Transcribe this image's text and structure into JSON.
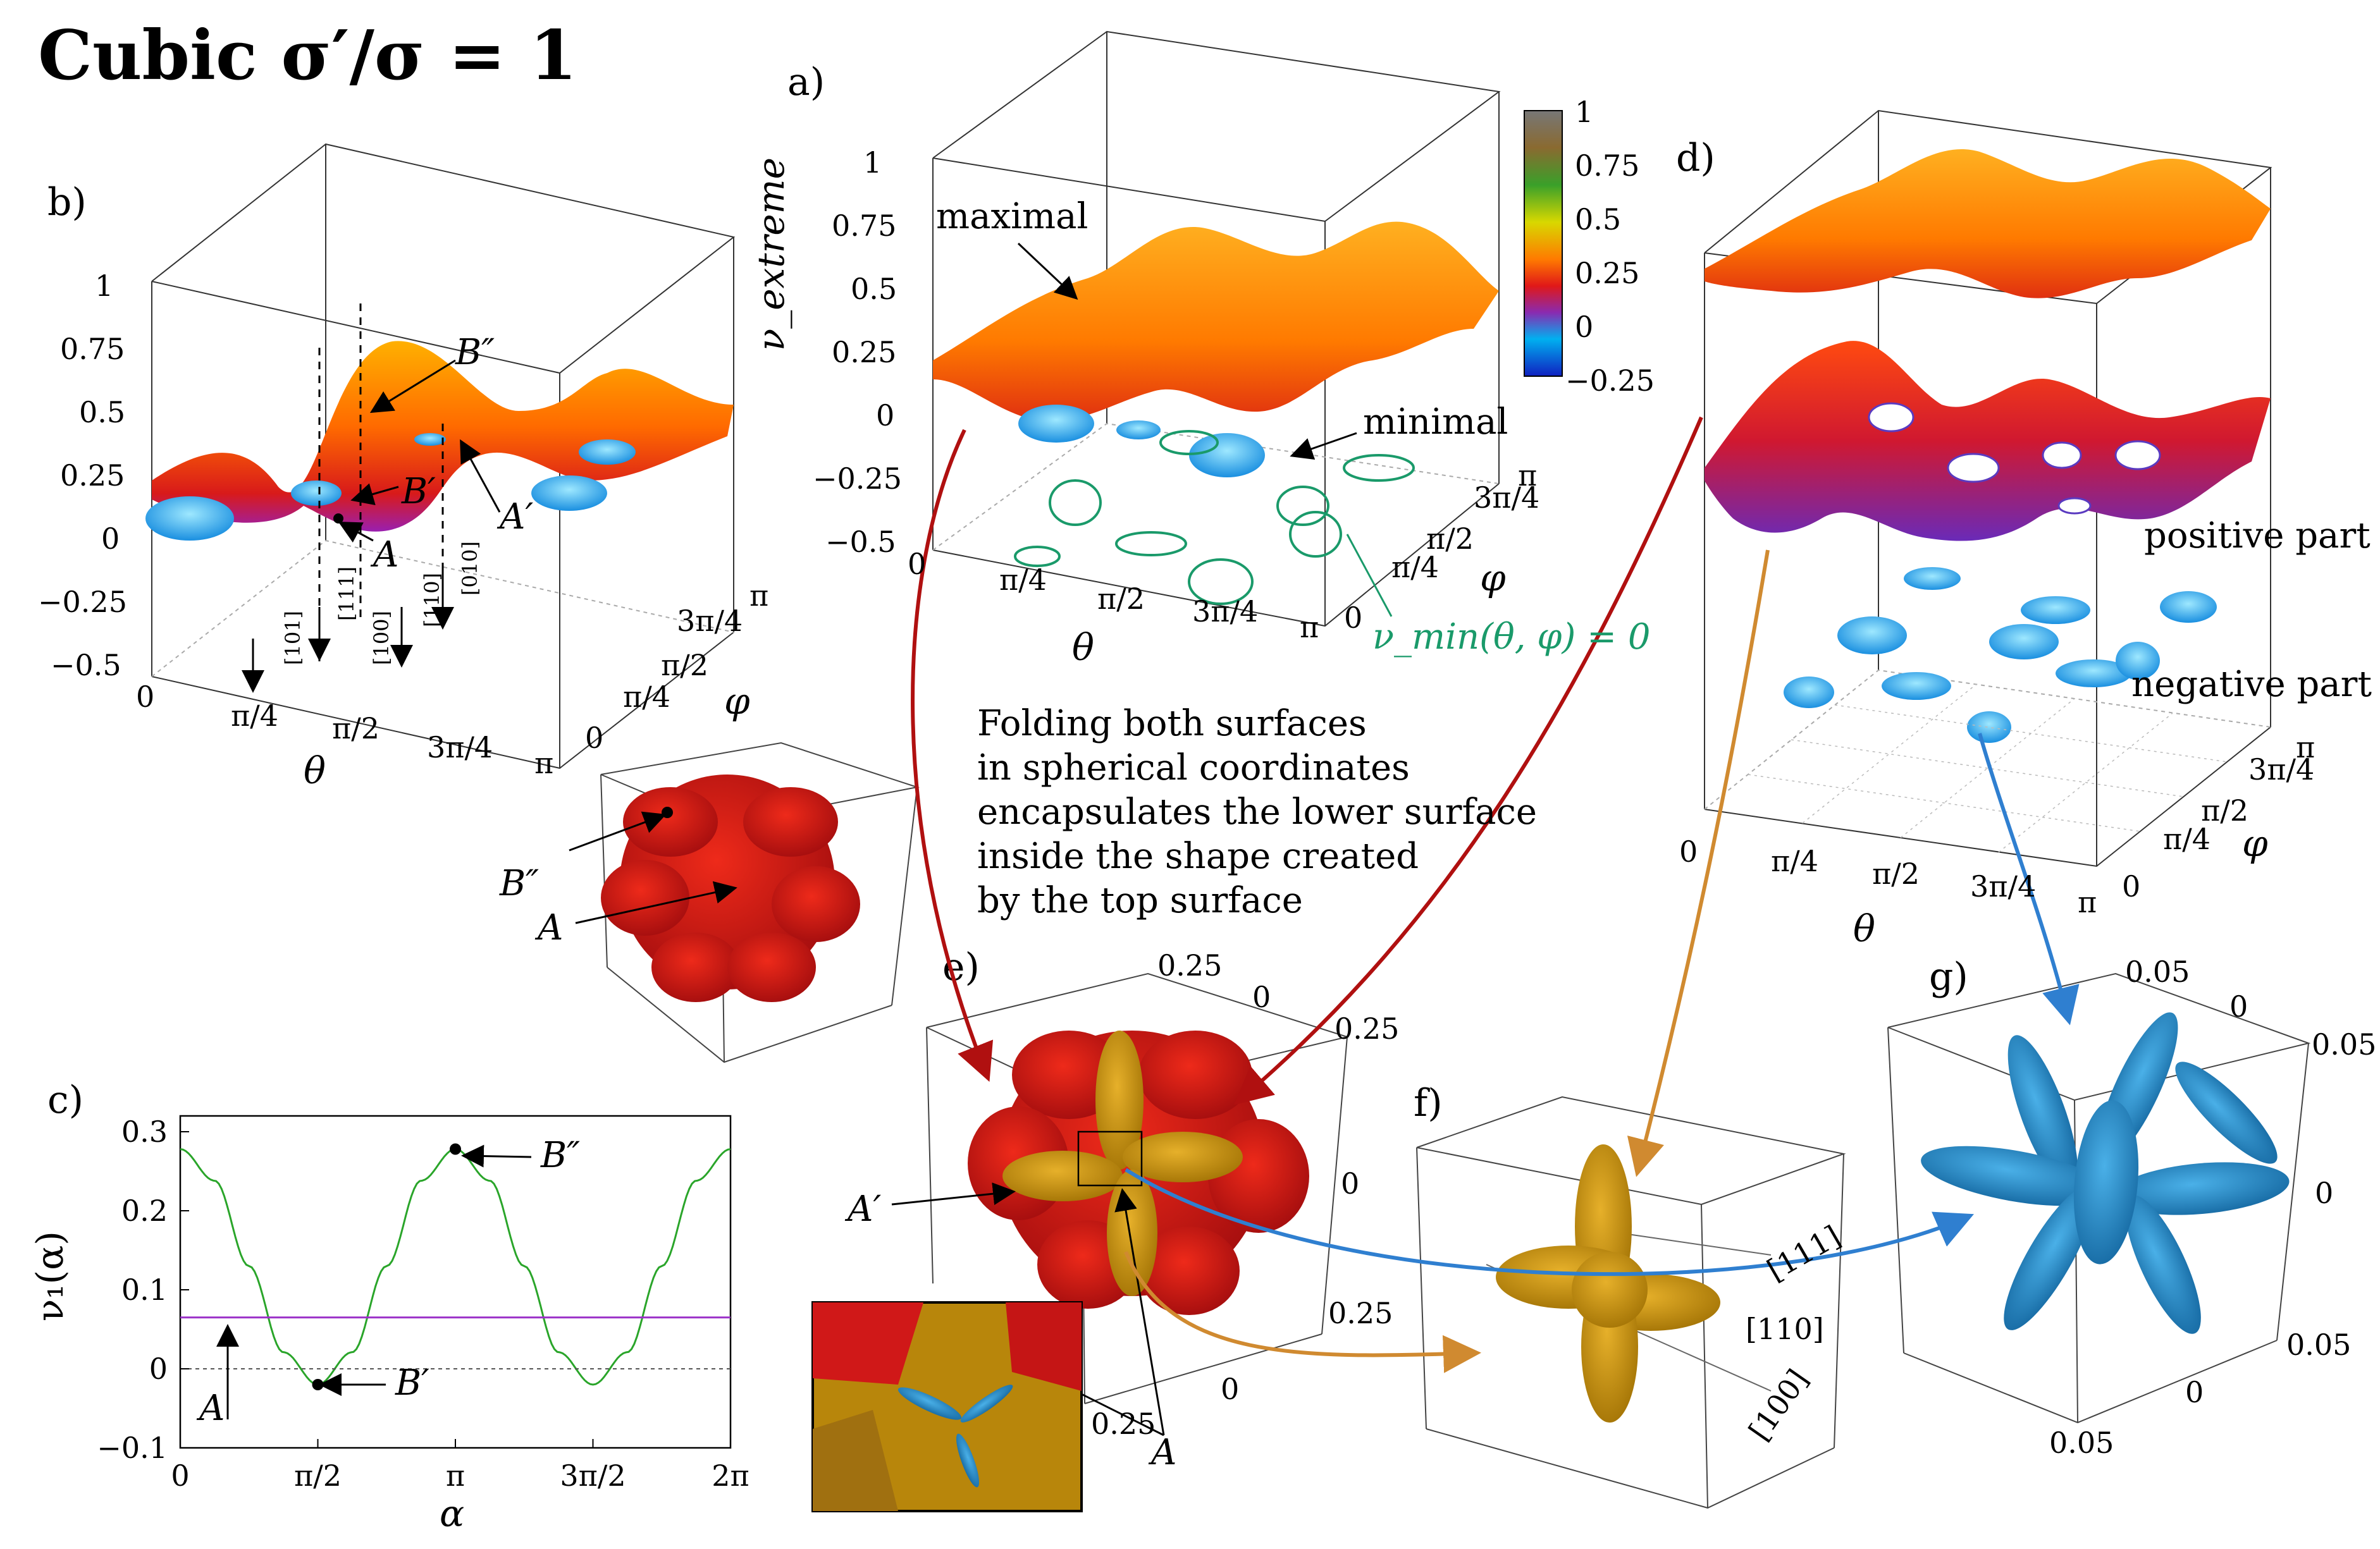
{
  "title": "Cubic σ′/σ = 1",
  "panels": {
    "a": {
      "label": "a)",
      "zlabel": "ν_extreme",
      "ztick_labels": [
        "1",
        "0.75",
        "0.5",
        "0.25",
        "0",
        "−0.25",
        "−0.5"
      ],
      "theta_tick_labels": [
        "0",
        "π/4",
        "π/2",
        "3π/4",
        "π"
      ],
      "phi_tick_labels": [
        "0",
        "π/4",
        "π/2",
        "3π/4",
        "π"
      ],
      "xlabel": "θ",
      "ylabel": "φ",
      "callouts": [
        "maximal",
        "minimal"
      ],
      "contour_label": "ν_min(θ, φ) = 0",
      "colorbar": {
        "ticks": [
          "1",
          "0.75",
          "0.5",
          "0.25",
          "0",
          "−0.25"
        ]
      }
    },
    "b": {
      "label": "b)",
      "ztick_labels": [
        "1",
        "0.75",
        "0.5",
        "0.25",
        "0",
        "−0.25",
        "−0.5"
      ],
      "theta_tick_labels": [
        "0",
        "π/4",
        "π/2",
        "3π/4",
        "π"
      ],
      "phi_tick_labels": [
        "0",
        "π/4",
        "π/2",
        "3π/4",
        "π"
      ],
      "xlabel": "θ",
      "ylabel": "φ",
      "points": [
        "B″",
        "B′",
        "A",
        "A′"
      ],
      "directions": [
        "[101]",
        "[111]",
        "[100]",
        "[110]",
        "[010]"
      ],
      "inset_points": [
        "B″",
        "A"
      ]
    },
    "c": {
      "label": "c)",
      "ylabel": "ν₁(α)",
      "xlabel": "α",
      "points": [
        "B″",
        "B′",
        "A"
      ]
    },
    "d": {
      "label": "d)",
      "theta_tick_labels": [
        "0",
        "π/4",
        "π/2",
        "3π/4",
        "π"
      ],
      "phi_tick_labels": [
        "0",
        "π/4",
        "π/2",
        "3π/4",
        "π"
      ],
      "xlabel": "θ",
      "ylabel": "φ",
      "callouts": [
        "positive part",
        "negative part"
      ]
    },
    "e": {
      "label": "e)",
      "ticks": [
        "0.25",
        "0",
        "0.25",
        "0",
        "0.25",
        "0",
        "0.25"
      ],
      "points": [
        "A′",
        "A"
      ]
    },
    "f": {
      "label": "f)",
      "directions": [
        "[111]",
        "[110]",
        "[100]"
      ]
    },
    "g": {
      "label": "g)",
      "ticks": [
        "0.05",
        "0",
        "0.05",
        "0",
        "0.05",
        "0",
        "0.05"
      ]
    }
  },
  "caption_lines": [
    "Folding both surfaces",
    "in spherical coordinates",
    "encapsulates the lower surface",
    "inside the shape created",
    "by the top surface"
  ],
  "chart_data": {
    "type": "line",
    "panel": "c",
    "x_tick_labels": [
      "0",
      "π/2",
      "π",
      "3π/2",
      "2π"
    ],
    "y_tick_labels": [
      "0.3",
      "0.2",
      "0.1",
      "0",
      "−0.1"
    ],
    "xlim": [
      0,
      6.2832
    ],
    "ylim": [
      -0.1,
      0.32
    ],
    "series": [
      {
        "color": "#2aa52a",
        "x": [
          0,
          0.3927,
          0.7854,
          1.1781,
          1.5708,
          1.9635,
          2.3562,
          2.7489,
          3.1416,
          3.5343,
          3.927,
          4.3197,
          4.7124,
          5.1051,
          5.4978,
          5.8905,
          6.2832
        ],
        "y": [
          0.278,
          0.238,
          0.13,
          0.021,
          -0.02,
          0.021,
          0.13,
          0.238,
          0.278,
          0.238,
          0.13,
          0.021,
          -0.02,
          0.021,
          0.13,
          0.238,
          0.278
        ]
      },
      {
        "color": "#9b30c8",
        "x": [
          0,
          6.2832
        ],
        "y": [
          0.065,
          0.065
        ]
      },
      {
        "color": "#555555",
        "x": [
          0,
          6.2832
        ],
        "y": [
          0,
          0
        ],
        "dash": true
      }
    ],
    "grid": false
  }
}
